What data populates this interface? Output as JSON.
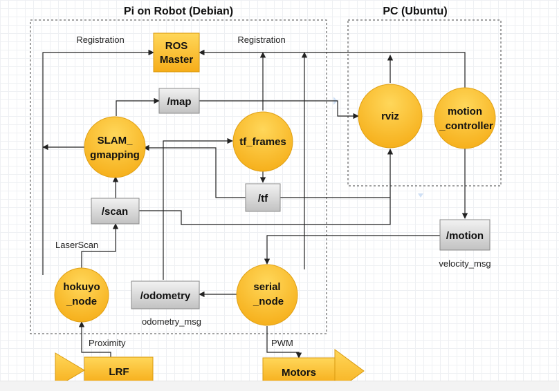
{
  "regions": {
    "robot_title": "Pi on Robot (Debian)",
    "pc_title": "PC (Ubuntu)"
  },
  "nodes": {
    "ros_master": [
      "ROS",
      "Master"
    ],
    "slam_gmapping": [
      "SLAM_",
      "gmapping"
    ],
    "tf_frames": [
      "tf_frames"
    ],
    "rviz": [
      "rviz"
    ],
    "motion_controller": [
      "motion",
      "_controller"
    ],
    "hokuyo_node": [
      "hokuyo",
      "_node"
    ],
    "serial_node": [
      "serial",
      "_node"
    ]
  },
  "topics": {
    "map": "/map",
    "tf": "/tf",
    "scan": "/scan",
    "odometry": "/odometry",
    "motion": "/motion"
  },
  "hardware": {
    "lrf": "LRF",
    "motors": "Motors"
  },
  "labels": {
    "registration_left": "Registration",
    "registration_right": "Registration",
    "laserscan": "LaserScan",
    "odometry_msg": "odometry_msg",
    "velocity_msg": "velocity_msg",
    "proximity": "Proximity",
    "pwm": "PWM"
  },
  "colors": {
    "node_fill": "#f6b01c",
    "node_highlight": "#ffd75a",
    "topic_fill": "#c9c9c9",
    "topic_highlight": "#f2f2f2",
    "edge": "#222222"
  }
}
